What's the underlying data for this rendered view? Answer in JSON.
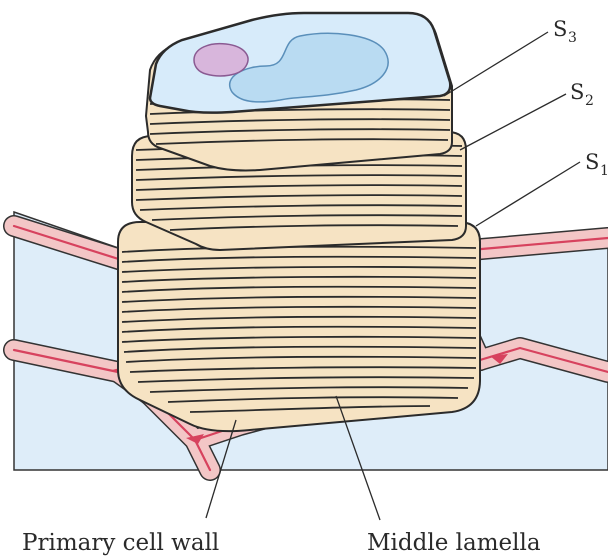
{
  "labels": {
    "s3": {
      "letter": "S",
      "sub": "3"
    },
    "s2": {
      "letter": "S",
      "sub": "2"
    },
    "s1": {
      "letter": "S",
      "sub": "1"
    },
    "primary_cell_wall": "Primary cell wall",
    "middle_lamella": "Middle lamella"
  },
  "colors": {
    "cell_lumen": "#d7ebfa",
    "vacuole": "#b9dbf2",
    "nucleus": "#d8b6dc",
    "wall_layer": "#f6e3c3",
    "wall_stripe": "#2b2b2b",
    "primary_wall": "#f3c6c6",
    "middle_lamella": "#d7425e",
    "adjacent_cell": "#deedf9"
  }
}
